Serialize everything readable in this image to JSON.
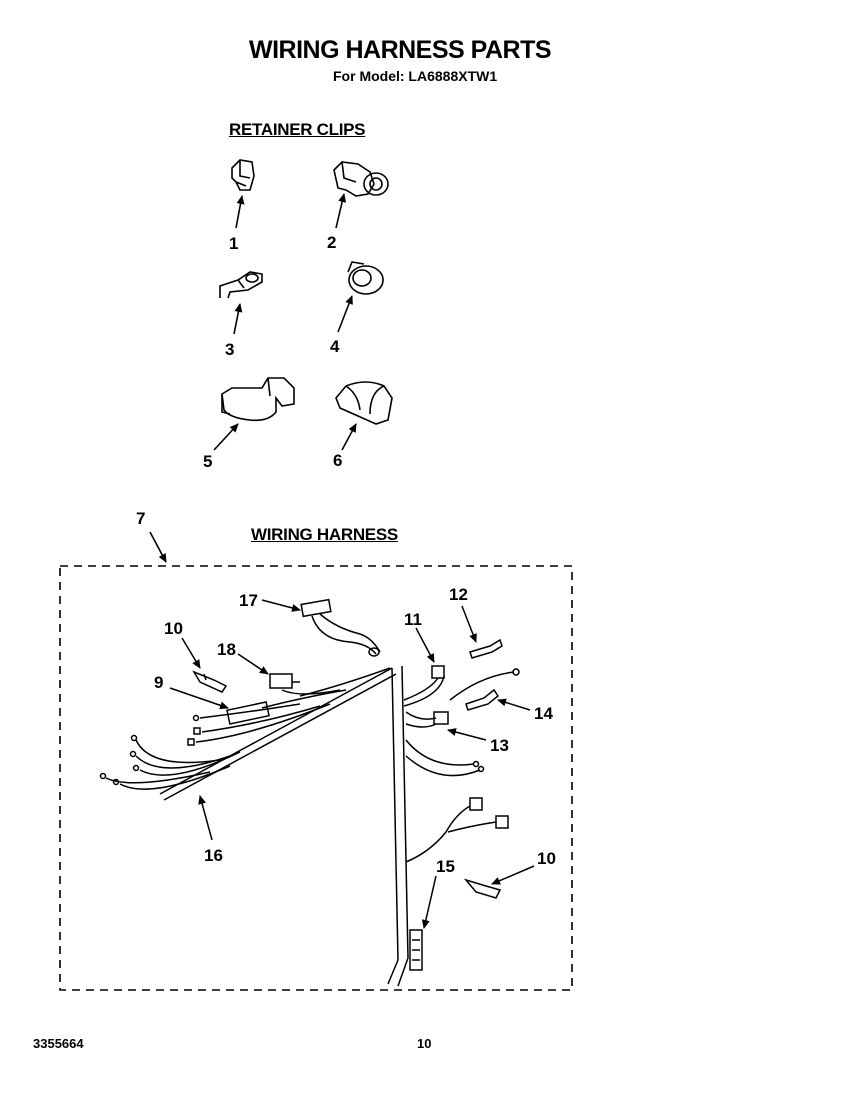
{
  "header": {
    "title": "WIRING HARNESS PARTS",
    "model_line": "For Model: LA6888XTW1"
  },
  "sections": {
    "retainer_clips": "RETAINER CLIPS",
    "wiring_harness": "WIRING HARNESS"
  },
  "callouts": {
    "c1": "1",
    "c2": "2",
    "c3": "3",
    "c4": "4",
    "c5": "5",
    "c6": "6",
    "c7": "7",
    "c9": "9",
    "c10a": "10",
    "c10b": "10",
    "c11": "11",
    "c12": "12",
    "c13": "13",
    "c14": "14",
    "c15": "15",
    "c16": "16",
    "c17": "17",
    "c18": "18"
  },
  "footer": {
    "part_number": "3355664",
    "page_number": "10"
  }
}
